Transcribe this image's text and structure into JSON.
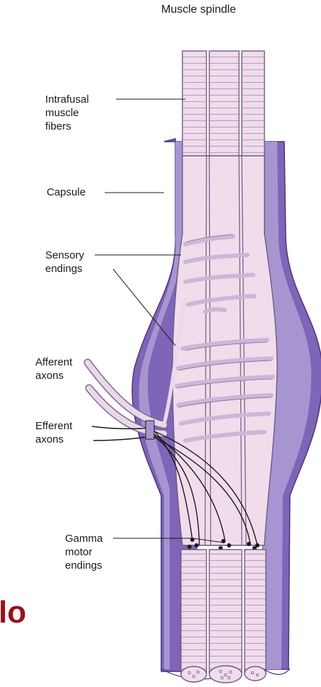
{
  "figure": {
    "title": "Muscle spindle",
    "labels": {
      "intrafusal": [
        "Intrafusal",
        "muscle",
        "fibers"
      ],
      "capsule": "Capsule",
      "sensory": [
        "Sensory",
        "endings"
      ],
      "afferent": [
        "Afferent",
        "axons"
      ],
      "efferent": [
        "Efferent",
        "axons"
      ],
      "gamma": [
        "Gamma",
        "motor",
        "endings"
      ]
    },
    "slide_text_fragment": "lo"
  },
  "colors": {
    "fiber_fill": "#f1dceb",
    "fiber_stroke": "#6e5a88",
    "fiber_rings": "#b89fc4",
    "capsule_dark": "#7e65b7",
    "capsule_light": "#a795d2",
    "capsule_inner": "#c9bbe4",
    "sensory_endings": "#cbb8d8",
    "nerve": "#1b1b1b",
    "slide_text": "#9a1017"
  }
}
